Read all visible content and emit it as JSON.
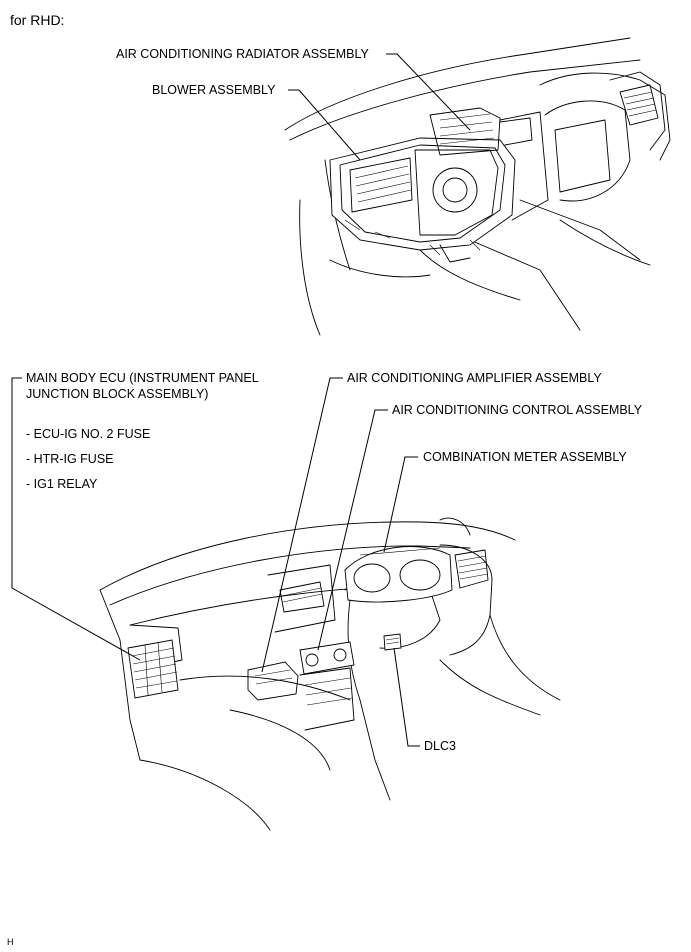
{
  "header": {
    "title": "for RHD:"
  },
  "top_diagram": {
    "labels": {
      "radiator": "AIR CONDITIONING RADIATOR ASSEMBLY",
      "blower": "BLOWER ASSEMBLY"
    }
  },
  "bottom_diagram": {
    "labels": {
      "main_body_ecu_line1": "MAIN BODY ECU (INSTRUMENT PANEL",
      "main_body_ecu_line2": "JUNCTION BLOCK ASSEMBLY)",
      "fuse1": "- ECU-IG NO. 2 FUSE",
      "fuse2": "- HTR-IG FUSE",
      "relay": "- IG1 RELAY",
      "amplifier": "AIR CONDITIONING AMPLIFIER ASSEMBLY",
      "control": "AIR CONDITIONING CONTROL ASSEMBLY",
      "meter": "COMBINATION METER ASSEMBLY",
      "dlc3": "DLC3"
    }
  },
  "footer": {
    "code": "H"
  }
}
